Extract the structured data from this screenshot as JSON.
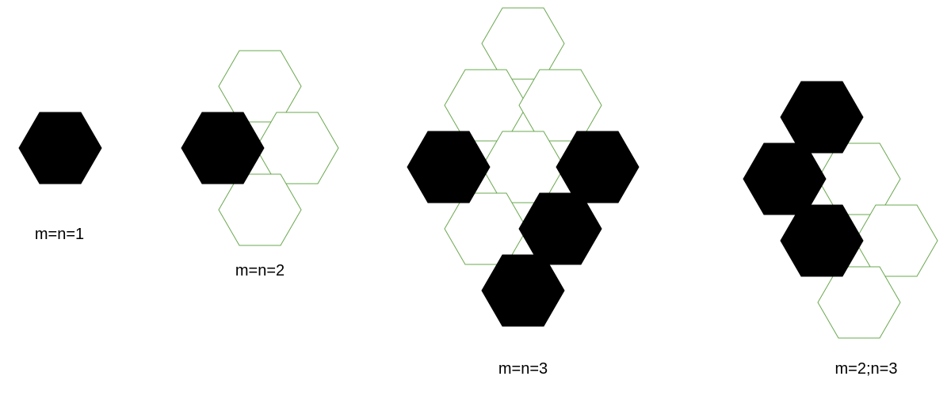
{
  "colors": {
    "filled": "#000000",
    "outline_stroke": "#6aa84f",
    "background": "#ffffff"
  },
  "figures": [
    {
      "label": "m=n=1",
      "cells": [
        {
          "col": 0,
          "row": 0,
          "filled": true
        }
      ]
    },
    {
      "label": "m=n=2",
      "cells": [
        {
          "col": 0,
          "row": 0,
          "filled": false
        },
        {
          "col": -1,
          "row": 1,
          "filled": true
        },
        {
          "col": 1,
          "row": 1,
          "filled": false
        },
        {
          "col": 0,
          "row": 2,
          "filled": false
        }
      ]
    },
    {
      "label": "m=n=3",
      "cells": [
        {
          "col": 0,
          "row": 0,
          "filled": false
        },
        {
          "col": -1,
          "row": 1,
          "filled": false
        },
        {
          "col": 1,
          "row": 1,
          "filled": false
        },
        {
          "col": -2,
          "row": 2,
          "filled": true
        },
        {
          "col": 0,
          "row": 2,
          "filled": false
        },
        {
          "col": 2,
          "row": 2,
          "filled": true
        },
        {
          "col": -1,
          "row": 3,
          "filled": false
        },
        {
          "col": 1,
          "row": 3,
          "filled": true
        },
        {
          "col": 0,
          "row": 4,
          "filled": true
        }
      ]
    },
    {
      "label": "m=2;n=3",
      "cells": [
        {
          "col": 0,
          "row": 0,
          "filled": true
        },
        {
          "col": -1,
          "row": 1,
          "filled": true
        },
        {
          "col": 1,
          "row": 1,
          "filled": false
        },
        {
          "col": 0,
          "row": 2,
          "filled": true
        },
        {
          "col": 2,
          "row": 2,
          "filled": false
        },
        {
          "col": 1,
          "row": 3,
          "filled": false
        }
      ]
    }
  ]
}
